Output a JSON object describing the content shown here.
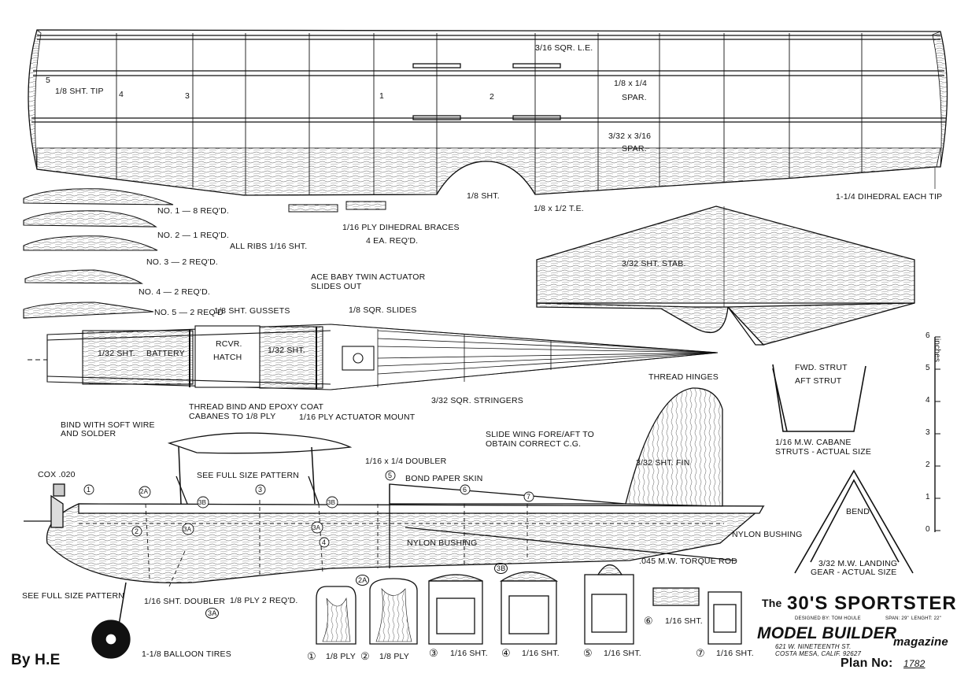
{
  "wing": {
    "le_label": "3/16 SQR. L.E.",
    "spar1_label": "1/8 x 1/4",
    "spar1_label2": "SPAR.",
    "spar2_label": "3/32 x 3/16",
    "spar2_label2": "SPAR.",
    "tip_label": "1/8 SHT. TIP",
    "center_sheet": "1/8 SHT.",
    "te_label": "1/8 x 1/2 T.E.",
    "dihedral_note": "1-1/4 DIHEDRAL EACH TIP",
    "rib_numbers": [
      "5",
      "4",
      "3",
      "1",
      "2"
    ]
  },
  "ribs": {
    "r1": "NO. 1 — 8 REQ'D.",
    "r2": "NO. 2 — 1 REQ'D.",
    "r3": "NO. 3 — 2 REQ'D.",
    "r4": "NO. 4 — 2 REQ'D.",
    "r5": "NO. 5 — 2 REQ'D",
    "all_ribs": "ALL RIBS 1/16 SHT."
  },
  "braces": {
    "label": "1/16 PLY DIHEDRAL BRACES",
    "qty": "4 EA. REQ'D."
  },
  "stab": {
    "label": "3/32 SHT. STAB."
  },
  "fuselage_top": {
    "actuator_note1": "ACE BABY TWIN ACTUATOR",
    "actuator_note2": "SLIDES OUT",
    "gussets": "1/8 SHT. GUSSETS",
    "slides": "1/8 SQR. SLIDES",
    "sheet1": "1/32 SHT.",
    "battery": "BATTERY",
    "rcvr1": "RCVR.",
    "rcvr2": "HATCH",
    "sheet2": "1/32 SHT.",
    "stringers": "3/32 SQR. STRINGERS",
    "thread1": "THREAD BIND AND EPOXY COAT",
    "thread2": "CABANES TO 1/8 PLY",
    "actuator_mount": "1/16 PLY ACTUATOR MOUNT"
  },
  "side_view": {
    "bind1": "BIND WITH SOFT WIRE",
    "bind2": "AND SOLDER",
    "slide1": "SLIDE WING FORE/AFT TO",
    "slide2": "OBTAIN CORRECT C.G.",
    "thread_hinges": "THREAD HINGES",
    "fin": "3/32 SHT. FIN",
    "cox": "COX .020",
    "full_size1": "SEE FULL SIZE PATTERN",
    "doubler_top": "1/16 x 1/4 DOUBLER",
    "bond_paper": "BOND PAPER SKIN",
    "nylon1": "NYLON BUSHING",
    "nylon2": "NYLON BUSHING",
    "torque_rod": ".045 M.W. TORQUE ROD",
    "full_size2": "SEE FULL SIZE PATTERN",
    "sheet_doubler": "1/16 SHT. DOUBLER",
    "ply_req": "1/8 PLY 2 REQ'D.",
    "tires": "1-1/8 BALLOON TIRES",
    "markers": [
      "1",
      "2A",
      "3",
      "4",
      "5",
      "6",
      "7",
      "2",
      "3A",
      "3B",
      "3B",
      "3A",
      "4"
    ]
  },
  "struts": {
    "fwd": "FWD. STRUT",
    "aft": "AFT STRUT",
    "cabane1": "1/16 M.W. CABANE",
    "cabane2": "STRUTS - ACTUAL SIZE",
    "bend": "BEND",
    "gear1": "3/32 M.W. LANDING",
    "gear2": "GEAR - ACTUAL SIZE"
  },
  "scale": {
    "unit": "inches",
    "ticks": [
      "6",
      "5",
      "4",
      "3",
      "2",
      "1",
      "0"
    ]
  },
  "formers": {
    "f1_num": "①",
    "f1": "1/8 PLY",
    "f2_num": "②",
    "f2": "1/8 PLY",
    "f3_num": "③",
    "f3": "1/16 SHT.",
    "f4_num": "④",
    "f4": "1/16 SHT.",
    "f5_num": "⑤",
    "f5": "1/16 SHT.",
    "f6_num": "⑥",
    "f6": "1/16 SHT.",
    "f7_num": "⑦",
    "f7": "1/16 SHT.",
    "tag_2a": "2A",
    "tag_3b": "3B",
    "tag_3a": "3A"
  },
  "title_block": {
    "the": "The",
    "name": "30'S  SPORTSTER",
    "designed_by": "DESIGNED BY: TOM HOULE",
    "span": "SPAN: 29\"",
    "length": "LENGHT: 22\"",
    "magazine1": "MODEL BUILDER",
    "magazine2": "magazine",
    "addr1": "621 W. NINETEENTH ST.",
    "addr2": "COSTA MESA, CALIF. 92627",
    "plan_no_label": "Plan No:",
    "plan_no": "1782"
  },
  "signature": "By H.E"
}
